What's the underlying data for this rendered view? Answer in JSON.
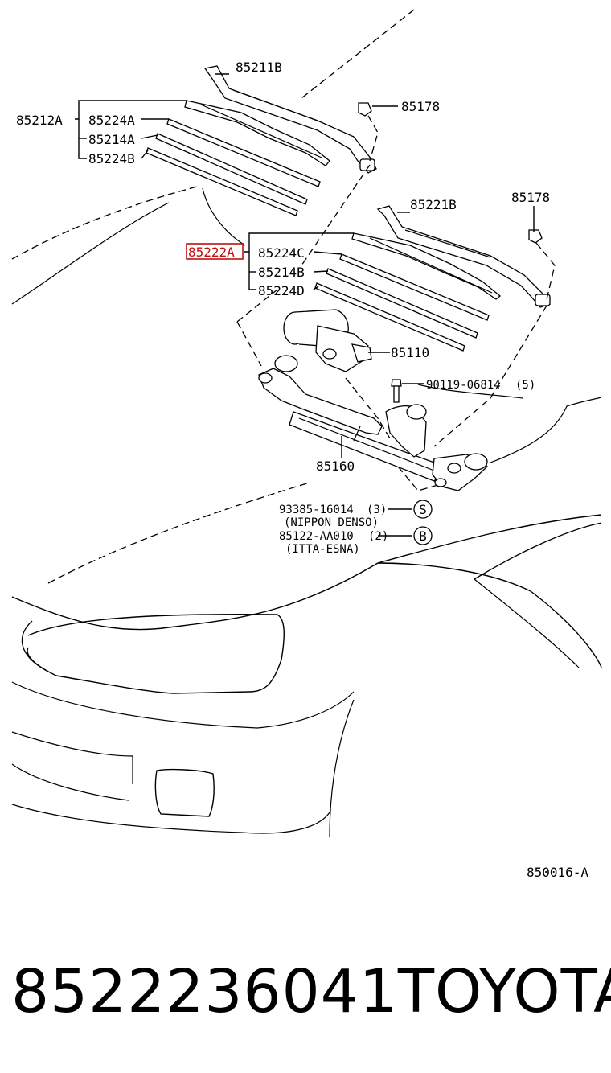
{
  "diagram": {
    "parts": {
      "arm_front": "85211B",
      "nut_front": "85178",
      "blade_assy_front": "85212A",
      "front_blade_upper": "85224A",
      "front_rubber": "85214A",
      "front_blade_lower": "85224B",
      "arm_rear": "85221B",
      "nut_rear": "85178",
      "blade_assy_rear_highlighted": "85222A",
      "rear_blade_upper": "85224C",
      "rear_rubber": "85214B",
      "rear_blade_lower": "85224D",
      "motor": "85110",
      "bolt": "90119-06814",
      "bolt_qty": "(5)",
      "linkage": "85160"
    },
    "notes": {
      "note_s_part": "93385-16014",
      "note_s_qty": "(3)",
      "note_s_maker": "(NIPPON DENSO)",
      "note_s_symbol": "S",
      "note_b_part": "85122-AA010",
      "note_b_qty": "(2)",
      "note_b_maker": "(ITTA-ESNA)",
      "note_b_symbol": "B"
    },
    "figure_code": "850016-A"
  },
  "caption": {
    "part_number": "8522236041",
    "brand": "TOYOTA"
  },
  "colors": {
    "highlight": "#c01010",
    "ink": "#000000"
  }
}
